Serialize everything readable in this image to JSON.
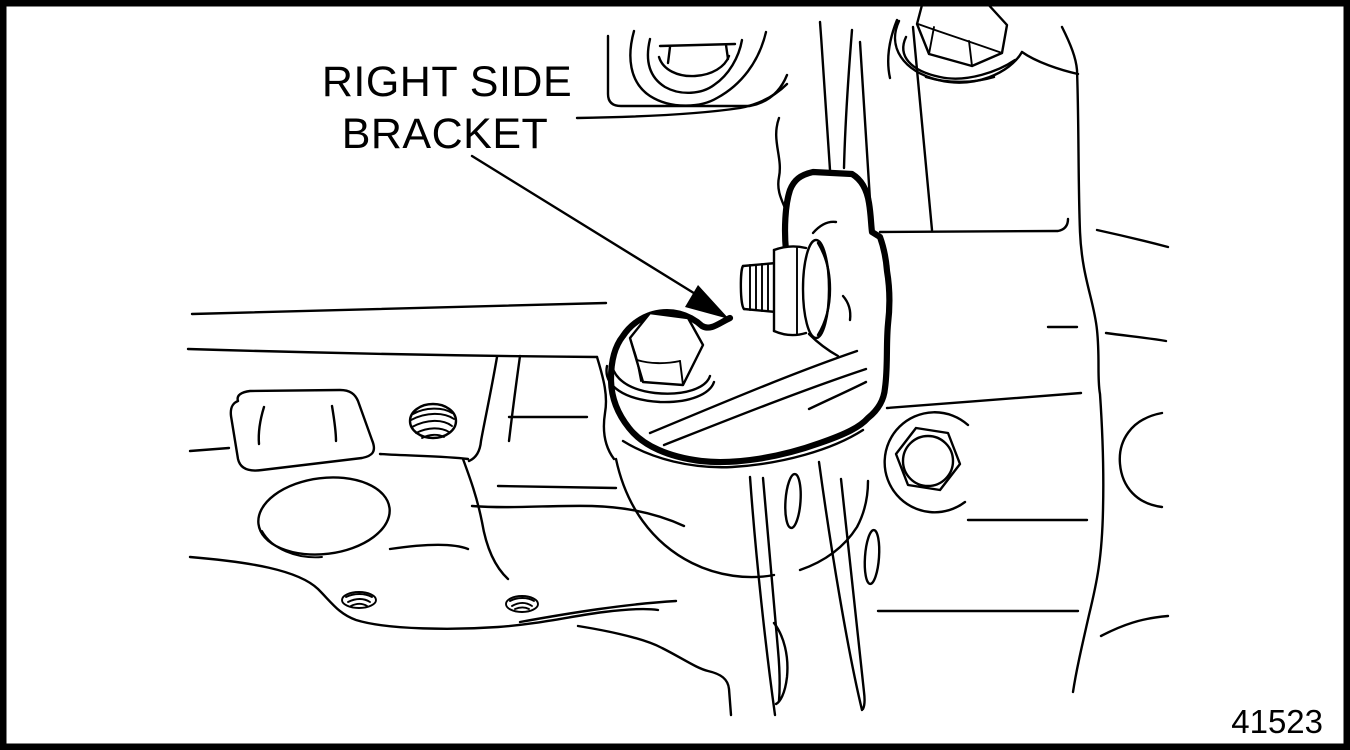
{
  "figure": {
    "callout": {
      "line1": "RIGHT SIDE",
      "line2": "BRACKET"
    },
    "figure_number": "41523"
  },
  "colors": {
    "ink": "#000000",
    "background": "#ffffff"
  }
}
